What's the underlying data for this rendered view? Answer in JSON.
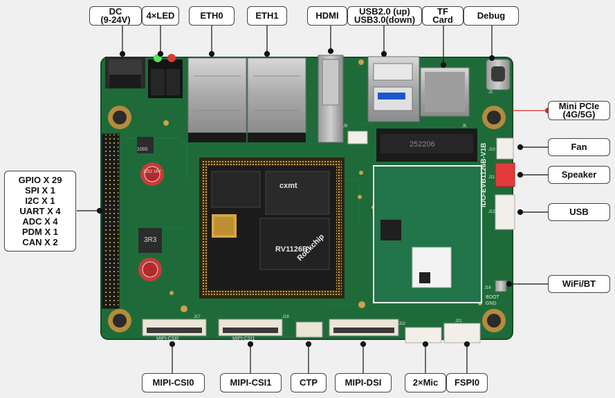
{
  "callouts": {
    "dc": {
      "line1": "DC",
      "line2": "(9-24V)"
    },
    "led": "4×LED",
    "eth0": "ETH0",
    "eth1": "ETH1",
    "hdmi": "HDMI",
    "usb": {
      "line1": "USB2.0  (up)",
      "line2": "USB3.0(down)"
    },
    "tf": {
      "line1": "TF",
      "line2": "Card"
    },
    "debug": "Debug",
    "minipcie": {
      "line1": "Mini PCIe",
      "line2": "(4G/5G)"
    },
    "fan": "Fan",
    "speaker": "Speaker",
    "usb_right": "USB",
    "wifi": "WiFi/BT",
    "io": [
      "GPIO X 29",
      "SPI X 1",
      "I2C X 1",
      "UART X 4",
      "ADC X 4",
      "PDM X 1",
      "CAN X 2"
    ],
    "csi0": "MIPI-CSI0",
    "csi1": "MIPI-CSI1",
    "ctp": "CTP",
    "dsi": "MIPI-DSI",
    "mic": "2×Mic",
    "fspi": "FSPI0"
  },
  "board": {
    "model": "IDO-EVB1126B-V1B",
    "soc": "RV1126B",
    "brand": "Rockchip",
    "flash": "cxmt",
    "pcie_slot": "252206",
    "silk": {
      "csi0": "MIPI-CSI0",
      "csi1": "MIPI-CSI1",
      "boot": "BOOT",
      "gnd": "GND",
      "j1": "J1",
      "j5": "J5",
      "j9": "J9",
      "j10": "J10",
      "j11": "J11",
      "j12": "J12",
      "j16": "J16",
      "j17": "J17",
      "j18": "J18",
      "j21": "J21",
      "j22": "J22",
      "inductor": "3R3",
      "cap1": "J252 16V",
      "cap2": "1000"
    }
  },
  "colors": {
    "pcb": "#1e6b39",
    "pcb_dark": "#17552d",
    "lead_dot": "#111111",
    "accent_red": "#d42a2a"
  }
}
